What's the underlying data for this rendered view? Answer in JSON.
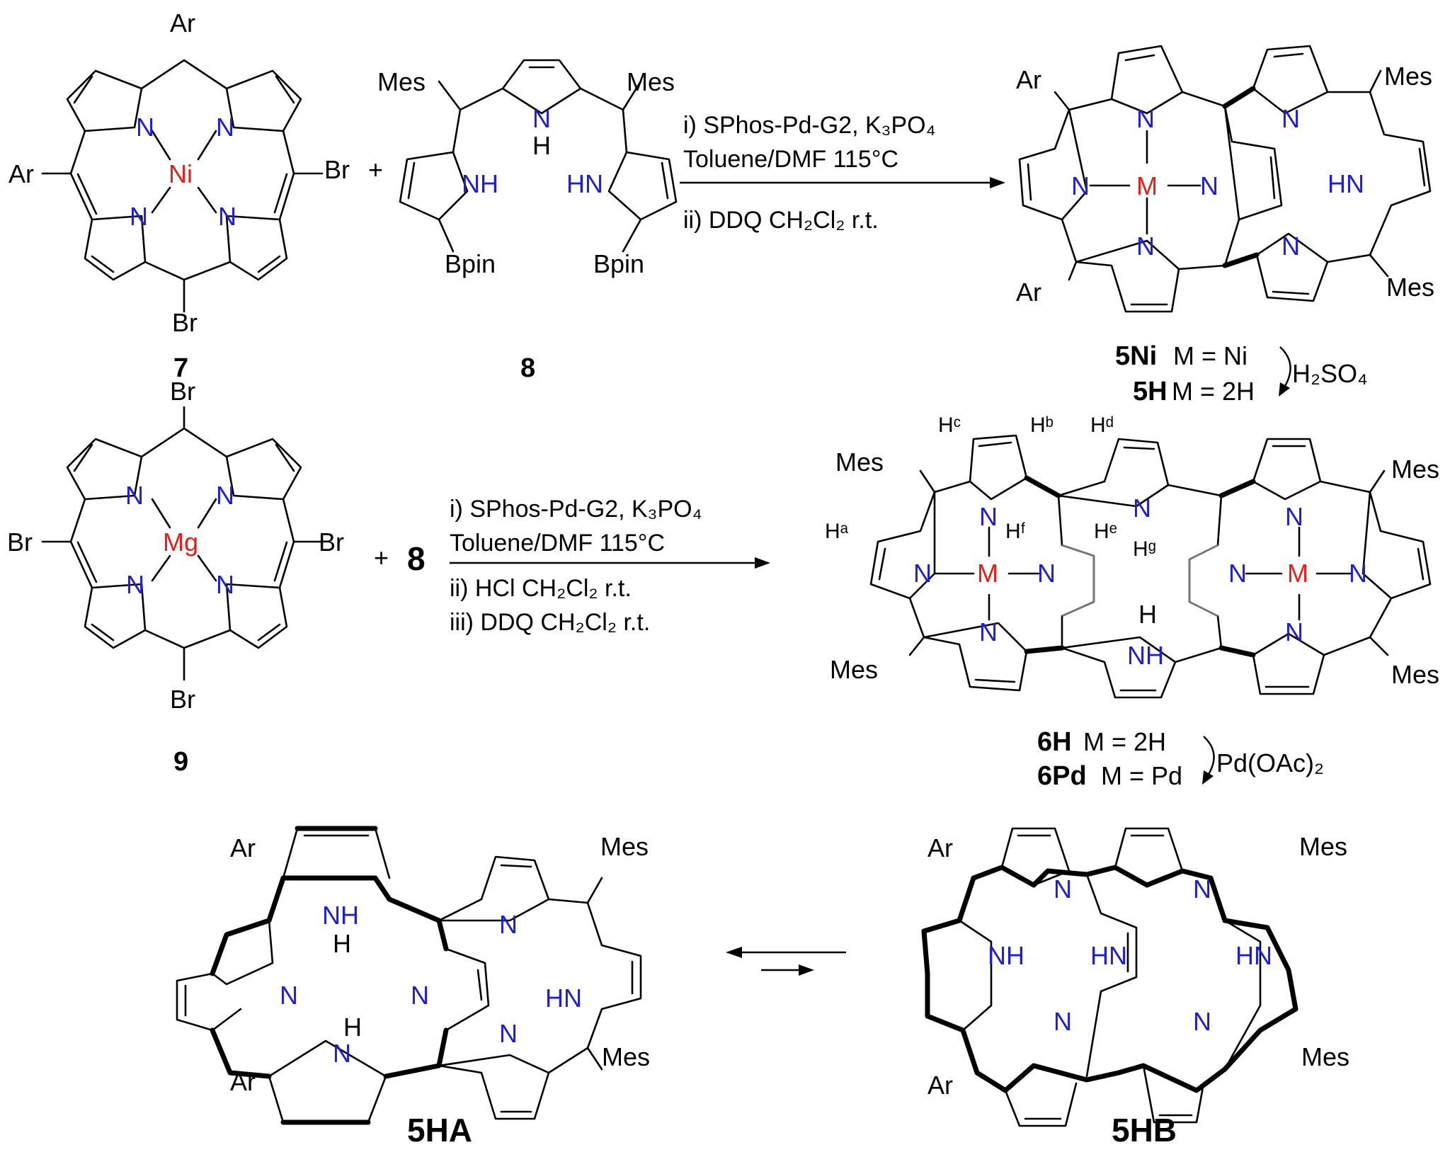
{
  "compounds": {
    "c7": {
      "number": "7",
      "metal": "Ni",
      "substituents": [
        "Ar",
        "Ar",
        "Br",
        "Br"
      ]
    },
    "c8": {
      "number": "8",
      "groups": [
        "Mes",
        "Mes",
        "Bpin",
        "Bpin"
      ],
      "nh": [
        "N",
        "H",
        "NH",
        "HN"
      ]
    },
    "c9": {
      "number": "9",
      "metal": "Mg",
      "substituents": [
        "Br",
        "Br",
        "Br",
        "Br"
      ]
    },
    "c5": {
      "metal_label": "M",
      "substituents": [
        "Ar",
        "Ar",
        "Mes",
        "Mes"
      ],
      "hn": "HN",
      "variant_ni_name": "5Ni",
      "variant_ni_eq": "M = Ni",
      "variant_h_name": "5H",
      "variant_h_eq": "M = 2H",
      "reagent": "H₂SO₄"
    },
    "c6": {
      "metal_label": "M",
      "substituents": [
        "Mes",
        "Mes",
        "Mes",
        "Mes"
      ],
      "h_labels": [
        "Hᵃ",
        "Hᵇ",
        "Hᶜ",
        "Hᵈ",
        "Hᵉ",
        "Hᶠ",
        "Hᵍ"
      ],
      "variant_h_name": "6H",
      "variant_h_eq": "M = 2H",
      "variant_pd_name": "6Pd",
      "variant_pd_eq": "M = Pd",
      "reagent": "Pd(OAc)₂"
    },
    "c5HA": {
      "label": "5HA",
      "substituents": [
        "Ar",
        "Ar",
        "Mes",
        "Mes"
      ]
    },
    "c5HB": {
      "label": "5HB",
      "substituents": [
        "Ar",
        "Ar",
        "Mes",
        "Mes"
      ]
    }
  },
  "reaction1": {
    "plus": "+",
    "step1": "i) SPhos-Pd-G2, K₃PO₄",
    "step2": "Toluene/DMF  115°C",
    "step3": "ii) DDQ CH₂Cl₂ r.t."
  },
  "reaction2": {
    "plus": "+",
    "reactant": "8",
    "step1": "i) SPhos-Pd-G2, K₃PO₄",
    "step2": "Toluene/DMF  115°C",
    "step3": "ii) HCl CH₂Cl₂ r.t.",
    "step4": "iii) DDQ CH₂Cl₂ r.t."
  },
  "atoms": {
    "N": "N",
    "NH": "NH",
    "HN": "HN",
    "H": "H",
    "Ar": "Ar",
    "Mes": "Mes",
    "Br": "Br"
  }
}
